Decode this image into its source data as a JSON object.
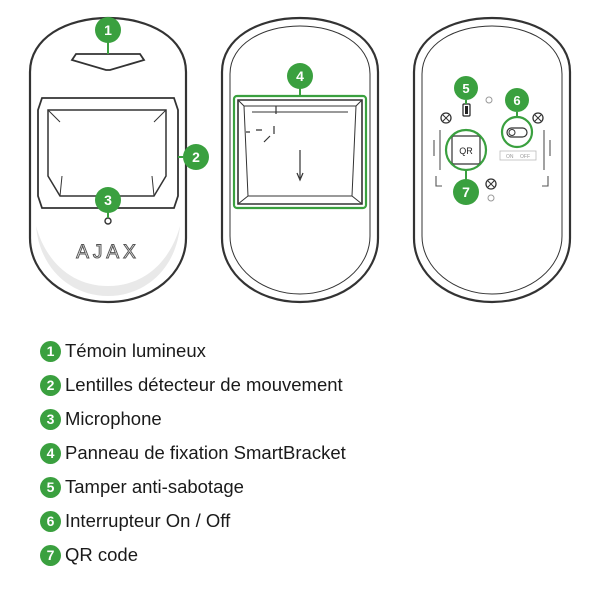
{
  "figure": {
    "brand_logo": "AJAX",
    "qr_label": "QR",
    "switch_labels": {
      "on": "ON",
      "off": "OFF"
    }
  },
  "callouts": [
    {
      "number": "1",
      "label": "Témoin lumineux"
    },
    {
      "number": "2",
      "label": "Lentilles détecteur de mouvement"
    },
    {
      "number": "3",
      "label": "Microphone"
    },
    {
      "number": "4",
      "label": "Panneau de fixation SmartBracket"
    },
    {
      "number": "5",
      "label": "Tamper anti-sabotage"
    },
    {
      "number": "6",
      "label": "Interrupteur On / Off"
    },
    {
      "number": "7",
      "label": "QR code"
    }
  ],
  "colors": {
    "accent_green": "#3aa03f",
    "outline": "#333333",
    "body_fill": "#ffffff",
    "lens_fill": "#ffffff",
    "text": "#1a1a1a"
  }
}
